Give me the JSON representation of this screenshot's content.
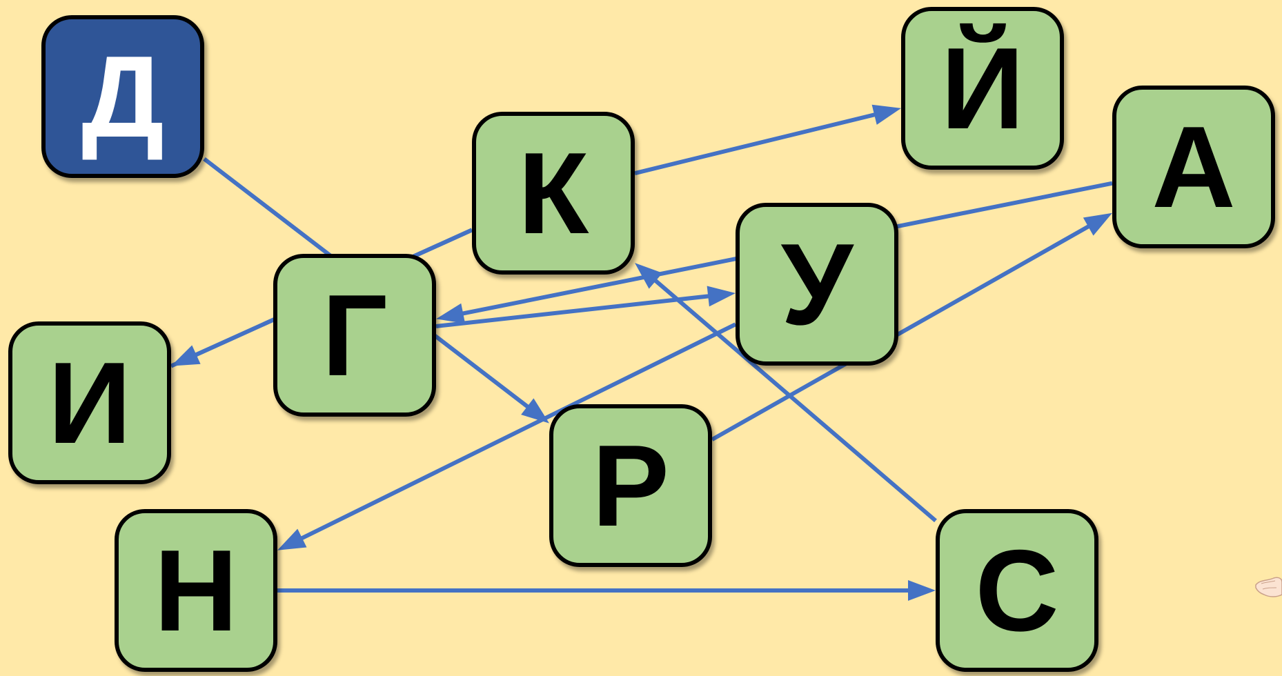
{
  "colors": {
    "background": "#FFE9A8",
    "node_fill": "#A9D18E",
    "start_fill": "#2F5597",
    "edge": "#4472C4",
    "border": "#000000"
  },
  "nodes": [
    {
      "id": "D",
      "label": "Д",
      "style": "blue"
    },
    {
      "id": "K",
      "label": "К",
      "style": "green"
    },
    {
      "id": "Y",
      "label": "Й",
      "style": "green"
    },
    {
      "id": "A",
      "label": "А",
      "style": "green"
    },
    {
      "id": "U",
      "label": "У",
      "style": "green"
    },
    {
      "id": "G",
      "label": "Г",
      "style": "green"
    },
    {
      "id": "I",
      "label": "И",
      "style": "green"
    },
    {
      "id": "R",
      "label": "Р",
      "style": "green"
    },
    {
      "id": "N",
      "label": "Н",
      "style": "green"
    },
    {
      "id": "S",
      "label": "С",
      "style": "green"
    }
  ],
  "edges": [
    {
      "from": "D",
      "to": "R",
      "arrow": true
    },
    {
      "from": "K",
      "to": "I",
      "arrow": true
    },
    {
      "from": "K",
      "to": "Y",
      "arrow": true
    },
    {
      "from": "I",
      "to": "K",
      "arrow": false
    },
    {
      "from": "A",
      "to": "G",
      "arrow": true
    },
    {
      "from": "G",
      "to": "U",
      "arrow": true
    },
    {
      "from": "U",
      "to": "N",
      "arrow": true
    },
    {
      "from": "R",
      "to": "A",
      "arrow": true
    },
    {
      "from": "N",
      "to": "S",
      "arrow": true
    },
    {
      "from": "S",
      "to": "K",
      "arrow": true
    }
  ],
  "cursor_icon": "pointing-hand-icon"
}
